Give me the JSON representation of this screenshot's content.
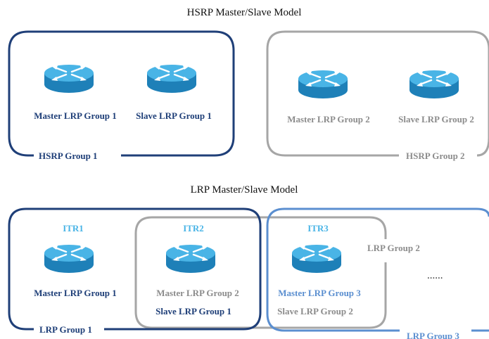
{
  "colors": {
    "dark_blue": "#1f3f78",
    "light_blue": "#5b8fd0",
    "gray": "#a6a6a6",
    "label_gray": "#8c8c8c",
    "router_top": "#49b4e6",
    "router_side": "#1e80b8"
  },
  "hsrp": {
    "title": "HSRP Master/Slave Model",
    "group1": {
      "label": "HSRP Group 1",
      "router_a": "Master LRP Group 1",
      "router_b": "Slave LRP Group 1"
    },
    "group2": {
      "label": "HSRP Group 2",
      "router_a": "Master LRP Group 2",
      "router_b": "Slave LRP Group 2"
    }
  },
  "lrp": {
    "title": "LRP Master/Slave Model",
    "itr1": {
      "name": "ITR1",
      "line1": "Master LRP Group 1"
    },
    "itr2": {
      "name": "ITR2",
      "line1": "Master LRP Group 2",
      "line2": "Slave LRP Group 1"
    },
    "itr3": {
      "name": "ITR3",
      "line1": "Master LRP Group 3",
      "line2": "Slave LRP Group 2"
    },
    "group1_label": "LRP Group 1",
    "group2_label": "LRP Group 2",
    "group3_label": "LRP Group 3",
    "ellipsis": "......"
  }
}
